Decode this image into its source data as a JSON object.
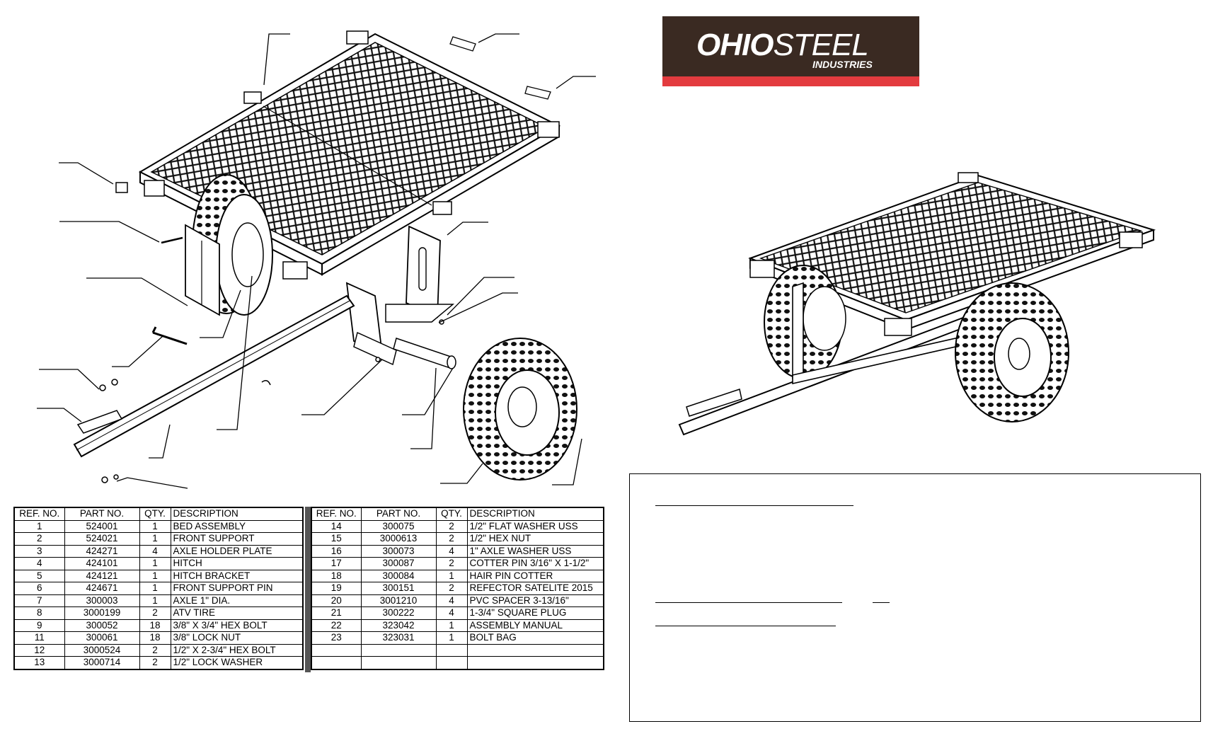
{
  "logo": {
    "brand_bold": "OHIO",
    "brand_thin": "STEEL",
    "sub": "INDUSTRIES"
  },
  "table_headers": [
    "REF. NO.",
    "PART NO.",
    "QTY.",
    "DESCRIPTION"
  ],
  "parts_left": [
    {
      "ref": "1",
      "part": "524001",
      "qty": "1",
      "desc": "BED ASSEMBLY"
    },
    {
      "ref": "2",
      "part": "524021",
      "qty": "1",
      "desc": "FRONT SUPPORT"
    },
    {
      "ref": "3",
      "part": "424271",
      "qty": "4",
      "desc": "AXLE HOLDER PLATE"
    },
    {
      "ref": "4",
      "part": "424101",
      "qty": "1",
      "desc": "HITCH"
    },
    {
      "ref": "5",
      "part": "424121",
      "qty": "1",
      "desc": "HITCH BRACKET"
    },
    {
      "ref": "6",
      "part": "424671",
      "qty": "1",
      "desc": "FRONT SUPPORT PIN"
    },
    {
      "ref": "7",
      "part": "300003",
      "qty": "1",
      "desc": "AXLE 1\" DIA."
    },
    {
      "ref": "8",
      "part": "3000199",
      "qty": "2",
      "desc": "ATV TIRE"
    },
    {
      "ref": "9",
      "part": "300052",
      "qty": "18",
      "desc": "3/8\" X 3/4\" HEX BOLT"
    },
    {
      "ref": "11",
      "part": "300061",
      "qty": "18",
      "desc": "3/8\" LOCK NUT"
    },
    {
      "ref": "12",
      "part": "3000524",
      "qty": "2",
      "desc": "1/2\" X 2-3/4\" HEX BOLT"
    },
    {
      "ref": "13",
      "part": "3000714",
      "qty": "2",
      "desc": "1/2\" LOCK WASHER"
    }
  ],
  "parts_right": [
    {
      "ref": "14",
      "part": "300075",
      "qty": "2",
      "desc": "1/2\" FLAT WASHER USS"
    },
    {
      "ref": "15",
      "part": "3000613",
      "qty": "2",
      "desc": "1/2\" HEX NUT"
    },
    {
      "ref": "16",
      "part": "300073",
      "qty": "4",
      "desc": "1\" AXLE WASHER USS"
    },
    {
      "ref": "17",
      "part": "300087",
      "qty": "2",
      "desc": "COTTER PIN 3/16\" X 1-1/2\""
    },
    {
      "ref": "18",
      "part": "300084",
      "qty": "1",
      "desc": "HAIR PIN COTTER"
    },
    {
      "ref": "19",
      "part": "300151",
      "qty": "2",
      "desc": "REFECTOR SATELITE 2015"
    },
    {
      "ref": "20",
      "part": "3001210",
      "qty": "4",
      "desc": "PVC SPACER 3-13/16\""
    },
    {
      "ref": "21",
      "part": "300222",
      "qty": "4",
      "desc": "1-3/4\" SQUARE PLUG"
    },
    {
      "ref": "22",
      "part": "323042",
      "qty": "1",
      "desc": "ASSEMBLY MANUAL"
    },
    {
      "ref": "23",
      "part": "323031",
      "qty": "1",
      "desc": "BOLT BAG"
    },
    {
      "ref": "",
      "part": "",
      "qty": "",
      "desc": ""
    },
    {
      "ref": "",
      "part": "",
      "qty": "",
      "desc": ""
    }
  ]
}
